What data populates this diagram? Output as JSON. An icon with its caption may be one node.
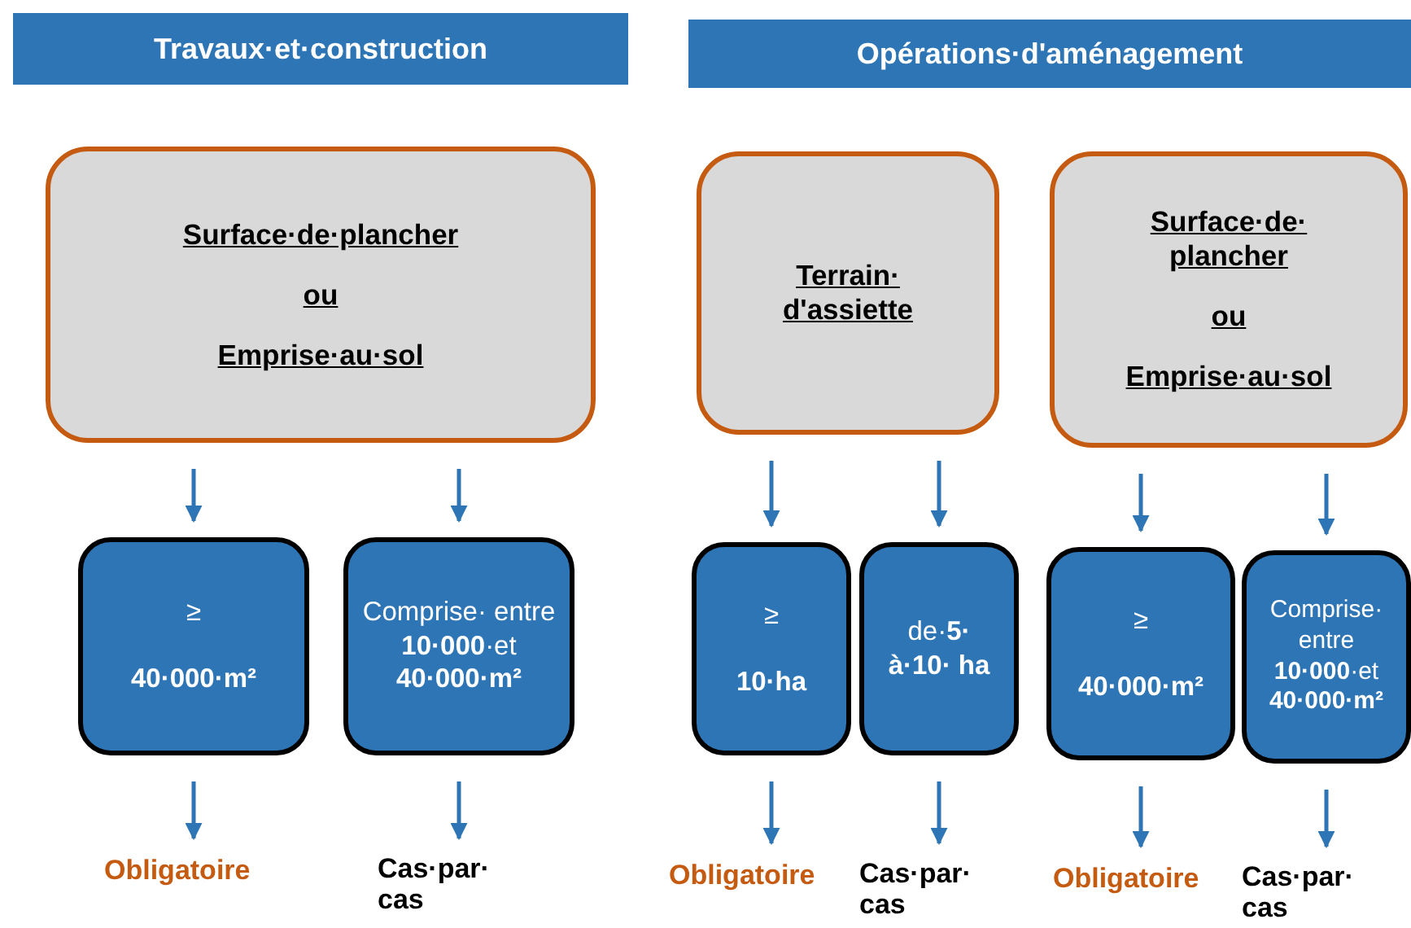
{
  "diagram": {
    "nodes": [
      {
        "text": [
          "Travaux·et·construction"
        ]
      },
      {
        "text": [
          "Opérations·d'aménagement"
        ]
      },
      {
        "text": [
          "Surface·de·plancher",
          "ou",
          "Emprise·au·sol"
        ]
      },
      {
        "text": [
          "Terrain· d'assiette"
        ]
      },
      {
        "text": [
          "Surface·de· plancher",
          "ou",
          "Emprise·au·sol"
        ]
      },
      {
        "text": [
          "≥",
          "**40·000·m²**"
        ]
      },
      {
        "text": [
          "Comprise· entre **10·000**·et **40·000·m²**"
        ]
      },
      {
        "text": [
          "≥",
          "**10·ha**"
        ]
      },
      {
        "text": [
          "de·**5· à·10· ha**"
        ]
      },
      {
        "text": [
          "≥",
          "**40·000·m²**"
        ]
      },
      {
        "text": [
          "Comprise· entre **10·000**·et **40·000·m²**"
        ]
      },
      {
        "text": [
          "Obligatoire"
        ]
      },
      {
        "text": [
          "Cas·par· cas"
        ]
      },
      {
        "text": [
          "Obligatoire"
        ]
      },
      {
        "text": [
          "Cas·par· cas"
        ]
      },
      {
        "text": [
          "Obligatoire"
        ]
      },
      {
        "text": [
          "Cas·par· cas"
        ]
      }
    ],
    "edges": [
      {
        "from": 2,
        "to": 5,
        "arrow": "to"
      },
      {
        "from": 2,
        "to": 6,
        "arrow": "to"
      },
      {
        "from": 3,
        "to": 7,
        "arrow": "to"
      },
      {
        "from": 3,
        "to": 8,
        "arrow": "to"
      },
      {
        "from": 4,
        "to": 9,
        "arrow": "to"
      },
      {
        "from": 4,
        "to": 10,
        "arrow": "to"
      },
      {
        "from": 5,
        "to": 11,
        "arrow": "to"
      },
      {
        "from": 6,
        "to": 12,
        "arrow": "to"
      },
      {
        "from": 7,
        "to": 13,
        "arrow": "to"
      },
      {
        "from": 8,
        "to": 14,
        "arrow": "to"
      },
      {
        "from": 9,
        "to": 15,
        "arrow": "to"
      },
      {
        "from": 10,
        "to": 16,
        "arrow": "to"
      }
    ]
  }
}
